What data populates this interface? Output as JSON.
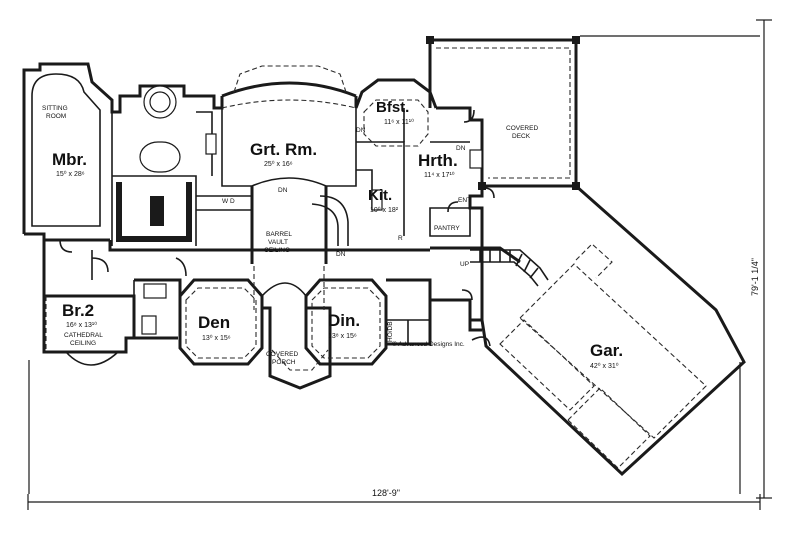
{
  "rooms": {
    "mbr": {
      "name": "Mbr.",
      "size": "15⁰ x 28⁶"
    },
    "sitting": {
      "line1": "SITTING",
      "line2": "ROOM"
    },
    "grt": {
      "name": "Grt. Rm.",
      "size": "25⁰ x 16⁶"
    },
    "bfst": {
      "name": "Bfst.",
      "size": "11⁶ x 11¹⁰"
    },
    "hrth": {
      "name": "Hrth.",
      "size": "11⁴ x 17¹⁰"
    },
    "kit": {
      "name": "Kit.",
      "size": "10⁰ x 18²"
    },
    "br2": {
      "name": "Br.2",
      "size": "16⁸ x 13¹⁰"
    },
    "cathedral": {
      "line1": "CATHEDRAL",
      "line2": "CEILING"
    },
    "den": {
      "name": "Den",
      "size": "13⁰ x 15⁶"
    },
    "din": {
      "name": "Din.",
      "size": "13⁸ x 15⁶"
    },
    "gar": {
      "name": "Gar.",
      "size": "42⁰ x 31⁰"
    }
  },
  "labels": {
    "covered_deck_1": "COVERED",
    "covered_deck_2": "DECK",
    "barrel_1": "BARREL",
    "barrel_2": "VAULT",
    "barrel_3": "CEILING",
    "covered_porch_1": "COVERED",
    "covered_porch_2": "PORCH",
    "dn_1": "DN",
    "dn_2": "DN",
    "dn_3": "DN",
    "dn_4": "DN",
    "up": "UP",
    "ent": "ENT",
    "pantry": "PANTRY",
    "wd": "W D",
    "r": "R",
    "ho": "HO/DB",
    "copyright": "© Advanced Designs Inc."
  },
  "dimensions": {
    "width": "128'-9\"",
    "depth": "79'-1 1/4\""
  }
}
